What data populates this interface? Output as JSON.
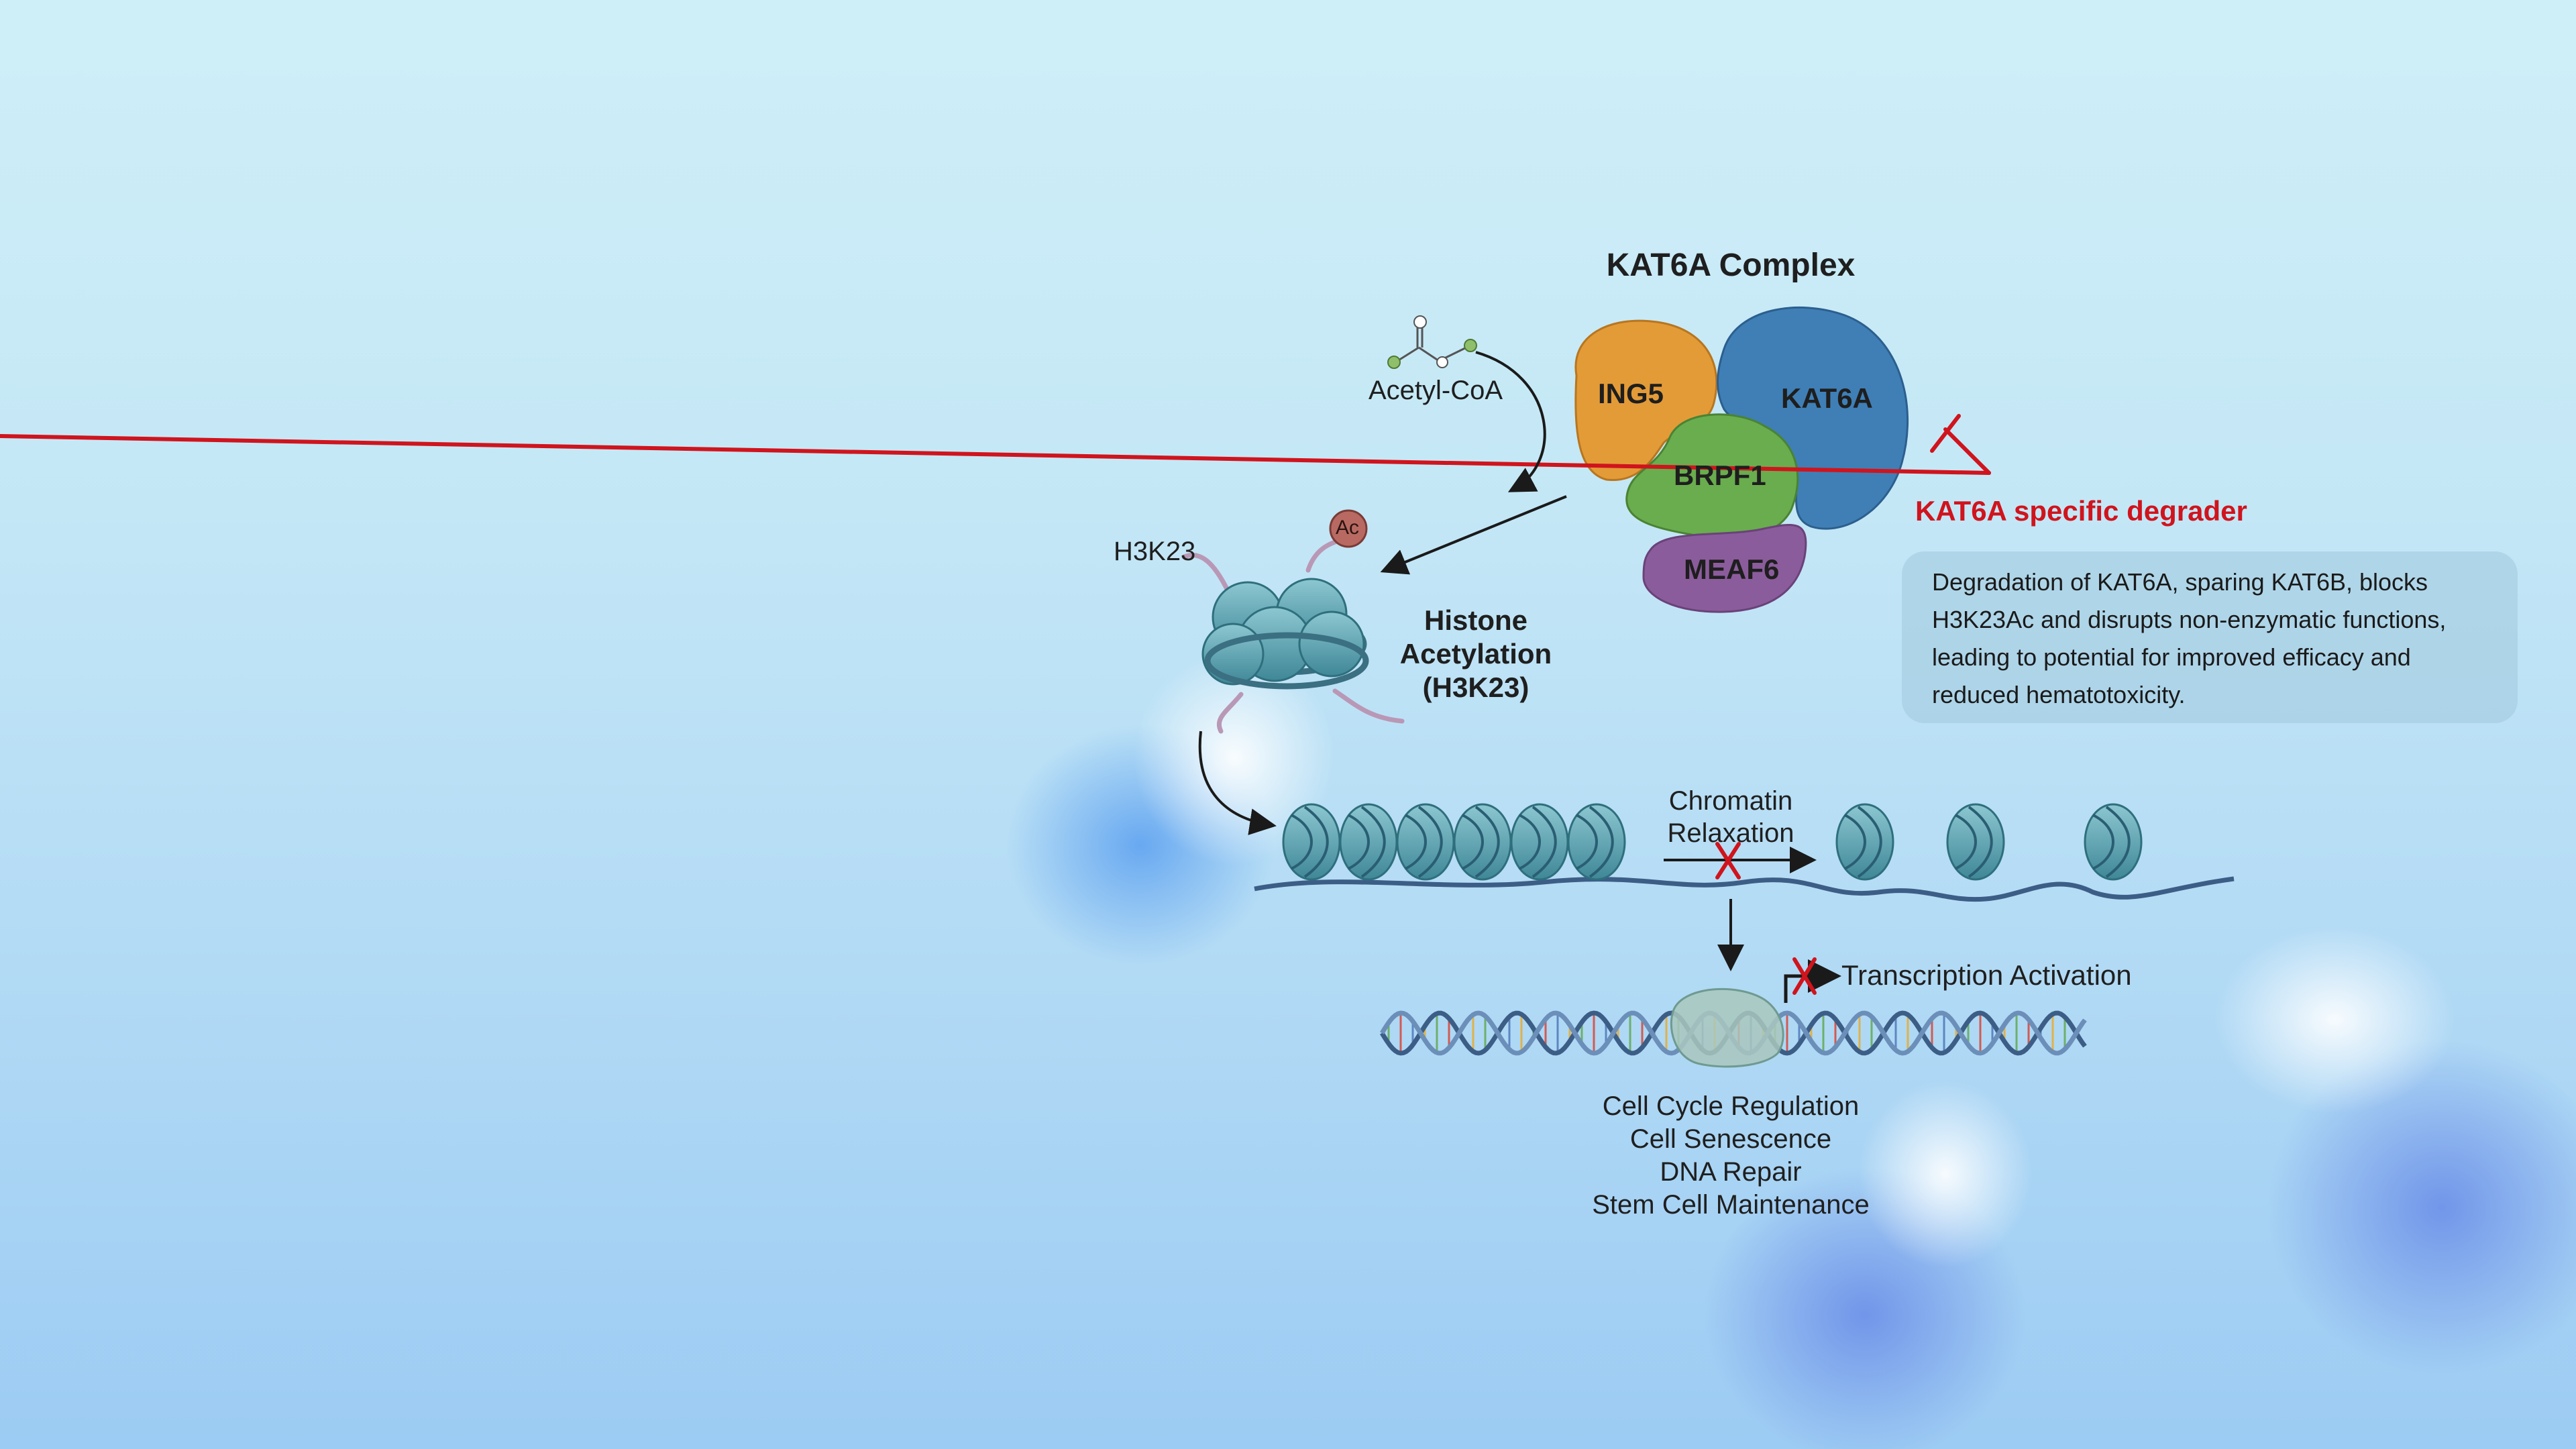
{
  "complex": {
    "title": "KAT6A Complex",
    "subunits": {
      "ing5": "ING5",
      "kat6a": "KAT6A",
      "brpf1": "BRPF1",
      "meaf6": "MEAF6"
    }
  },
  "acetyl_coa": "Acetyl-CoA",
  "h3k23": "H3K23",
  "ac_badge": "Ac",
  "histone_acetylation": {
    "line1": "Histone",
    "line2": "Acetylation",
    "line3": "(H3K23)"
  },
  "chromatin": {
    "line1": "Chromatin",
    "line2": "Relaxation"
  },
  "transcription": "Transcription Activation",
  "outcomes": [
    "Cell Cycle Regulation",
    "Cell Senescence",
    "DNA Repair",
    "Stem Cell Maintenance"
  ],
  "degrader": {
    "title": "KAT6A specific degrader",
    "description": "Degradation of KAT6A, sparing KAT6B, blocks H3K23Ac and disrupts  non-enzymatic functions, leading to potential for  improved efficacy and reduced hematotoxicity."
  },
  "colors": {
    "ing5": "#e39b38",
    "kat6a": "#3f7fb6",
    "brpf1": "#69ad4e",
    "meaf6": "#8b5c9c",
    "nucleosome": "#5ea5b3",
    "inhibit_red": "#d0141d",
    "dna": "#3c5e86"
  }
}
